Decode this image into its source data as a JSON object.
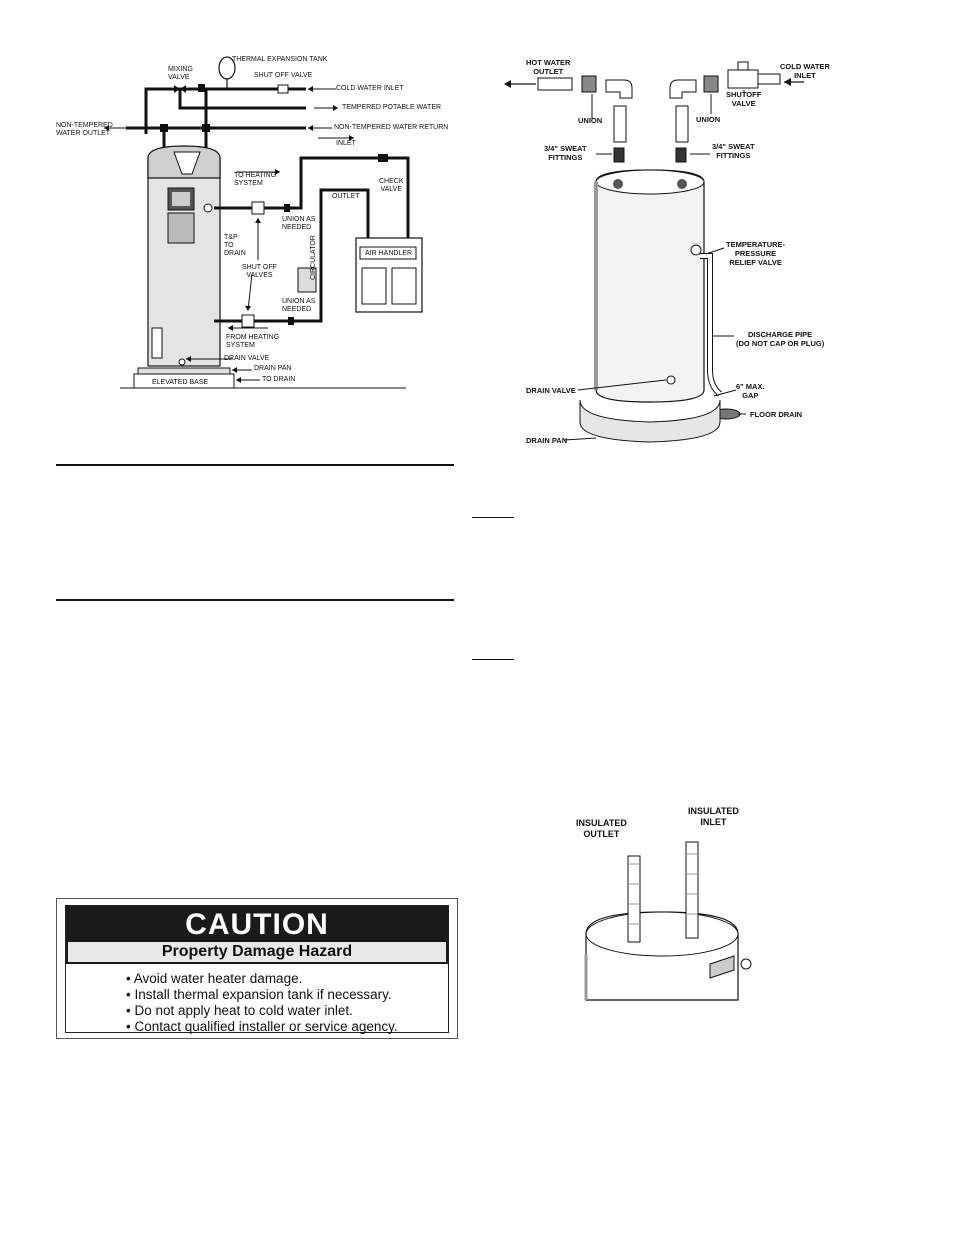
{
  "figure_top_left": {
    "labels": {
      "thermal_expansion_tank": "THERMAL EXPANSION TANK",
      "mixing_valve": "MIXING\nVALVE",
      "shut_off_valve": "SHUT OFF VALVE",
      "cold_water_inlet": "COLD WATER INLET",
      "tempered_potable_water": "TEMPERED POTABLE WATER",
      "non_tempered_water_outlet": "NON-TEMPERED\nWATER OUTLET",
      "non_tempered_water_return": "NON-TEMPERED WATER RETURN",
      "inlet": "INLET",
      "to_heating_system": "TO HEATING\nSYSTEM",
      "check_valve": "CHECK\nVALVE",
      "outlet": "OUTLET",
      "tp_to_drain": "T&P\nTO\nDRAIN",
      "union_as_needed_1": "UNION AS\nNEEDED",
      "air_handler": "AIR HANDLER",
      "shut_off_valves": "SHUT OFF\nVALVES",
      "circulator": "CIRCULATOR",
      "union_as_needed_2": "UNION AS\nNEEDED",
      "from_heating_system": "FROM HEATING\nSYSTEM",
      "drain_valve": "DRAIN VALVE",
      "drain_pan": "DRAIN PAN",
      "elevated_base": "ELEVATED BASE",
      "to_drain": "TO DRAIN"
    }
  },
  "figure_top_right": {
    "labels": {
      "hot_water_outlet": "HOT WATER\nOUTLET",
      "union_left": "UNION",
      "union_right": "UNION",
      "shutoff_valve": "SHUTOFF\nVALVE",
      "cold_water_inlet": "COLD WATER\nINLET",
      "sweat_fittings_left": "3/4\" SWEAT\nFITTINGS",
      "sweat_fittings_right": "3/4\" SWEAT\nFITTINGS",
      "tp_relief_valve": "TEMPERATURE-\nPRESSURE\nRELIEF VALVE",
      "discharge_pipe": "DISCHARGE PIPE\n(DO NOT CAP OR PLUG)",
      "gap": "6\" MAX.\nGAP",
      "drain_valve": "DRAIN VALVE",
      "floor_drain": "FLOOR DRAIN",
      "drain_pan": "DRAIN PAN"
    }
  },
  "figure_bottom_right": {
    "labels": {
      "insulated_outlet": "INSULATED\nOUTLET",
      "insulated_inlet": "INSULATED\nINLET"
    }
  },
  "caution": {
    "title": "CAUTION",
    "subtitle": "Property Damage Hazard",
    "items": [
      "• Avoid water heater damage.",
      "• Install thermal expansion tank if necessary.",
      "• Do not apply heat to cold water inlet.",
      "• Contact qualified installer or service agency."
    ]
  }
}
